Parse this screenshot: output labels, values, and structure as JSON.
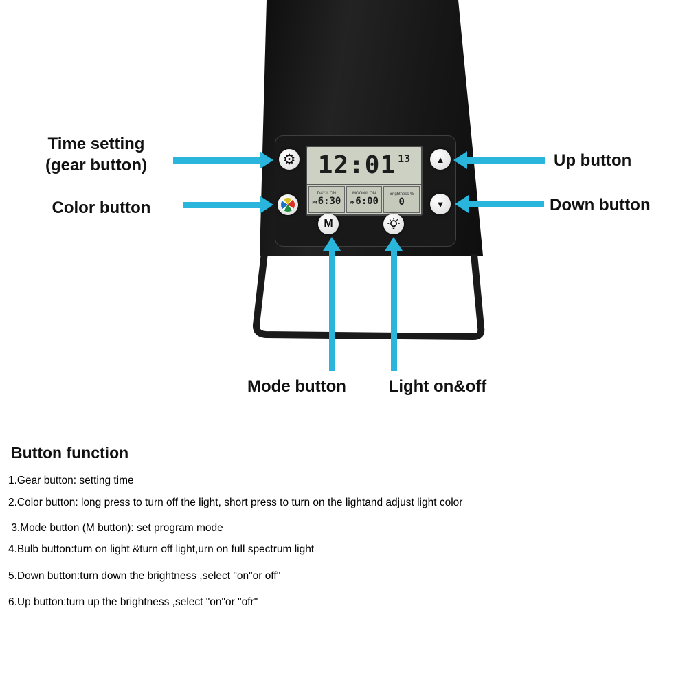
{
  "colors": {
    "arrow": "#2ab5dd",
    "device_body": "#161616",
    "lcd_background": "#ccd1c3"
  },
  "labels": {
    "time_setting_line1": "Time setting",
    "time_setting_line2": "(gear button)",
    "color_button": "Color button",
    "up_button": "Up button",
    "down_button": "Down button",
    "mode_button": "Mode button",
    "light_onoff": "Light on&off"
  },
  "device": {
    "lcd": {
      "time_main": "12:01",
      "time_small": "13",
      "pm": "PM",
      "day_label": "DAY/L ON",
      "day_time": "6:30",
      "moon_label": "MOON/L ON",
      "moon_time": "6:00",
      "brightness_label": "Brightness %",
      "brightness_value": "0"
    },
    "buttons": {
      "gear_icon": "⚙",
      "up_icon": "▲",
      "down_icon": "▼",
      "m_label": "M"
    }
  },
  "section": {
    "heading": "Button function",
    "items": [
      "1.Gear button: setting time",
      "2.Color button: long press to turn off the light, short press to turn on the lightand adjust light color",
      " 3.Mode button (M button): set program mode",
      "4.Bulb button:turn on light &turn off light,urn on full spectrum light",
      "5.Down button:turn down the brightness ,select \"on\"or off\"",
      "6.Up button:turn up the brightness ,select \"on\"or \"ofr\""
    ]
  }
}
